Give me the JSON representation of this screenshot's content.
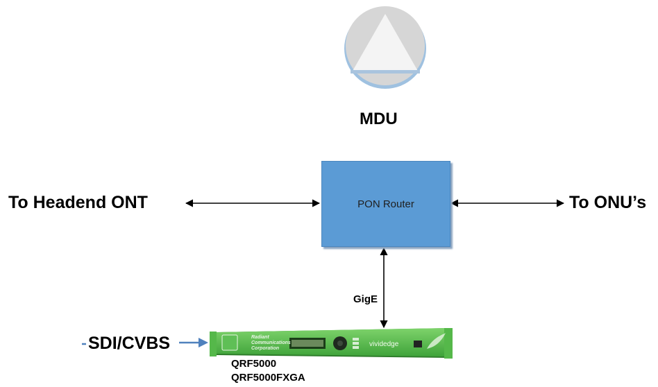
{
  "mdu": {
    "label": "MDU"
  },
  "router": {
    "label": "PON Router"
  },
  "left_link": {
    "label": "To Headend ONT"
  },
  "right_link": {
    "label": "To ONU’s"
  },
  "vertical_link": {
    "label": "GigE"
  },
  "input": {
    "label": "SDI/CVBS"
  },
  "device": {
    "brand_line1": "Radiant",
    "brand_line2": "Communications",
    "brand_line3": "Corporation",
    "product_brand": "vividedge",
    "models": [
      "QRF5000",
      "QRF5000FXGA"
    ]
  },
  "colors": {
    "router_fill": "#5b9bd5",
    "device_green": "#4db848",
    "arrow_blue": "#4f81bd",
    "mdu_gray": "#d6d6d6"
  }
}
